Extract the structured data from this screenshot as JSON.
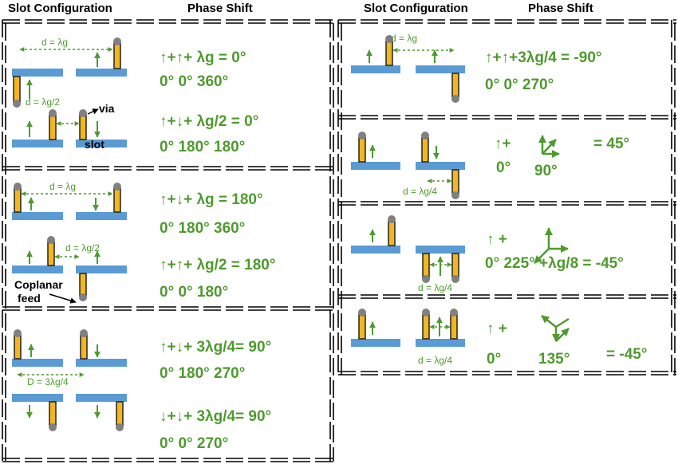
{
  "header": {
    "left_slot": "Slot Configuration",
    "left_phase": "Phase Shift",
    "right_slot": "Slot Configuration",
    "right_phase": "Phase Shift"
  },
  "colors": {
    "green": "#4e9a2e",
    "slot_fill": "#f3b61f",
    "slot_edge": "#222222",
    "bar": "#5b9bd5",
    "via": "#808080"
  },
  "left_cases": [
    {
      "config_label": "d = λg",
      "phase_top": "↑+↑+  λg  =  0°",
      "phase_bottom": "0°  0°  360°"
    },
    {
      "config_label": "d = λg/2",
      "via_label": "via",
      "slot_label": "slot",
      "phase_top": "↑+↓+  λg/2 =  0°",
      "phase_bottom": "0°  180°  180°"
    },
    {
      "config_label": "d = λg",
      "phase_top": "↑+↓+   λg  =  180°",
      "phase_bottom": "0°  180°  360°"
    },
    {
      "config_label": "d = λg/2",
      "feed_label_1": "Coplanar",
      "feed_label_2": "feed",
      "phase_top": "↑+↑+  λg/2  =  180°",
      "phase_bottom": "0°   0°       180°"
    },
    {
      "config_label": "D = 3λg/4",
      "phase_top": "↑+↓+  3λg/4=  90°",
      "phase_bottom": "0°  180°   270°"
    },
    {
      "phase_top": "↓+↓+    3λg/4=  90°",
      "phase_bottom": "0°  0°         270°"
    }
  ],
  "right_cases": [
    {
      "config_label": "d = λg",
      "phase_top": "↑+↑+3λg/4  =  -90°",
      "phase_bottom": "0°  0°   270°"
    },
    {
      "config_label": "d = λg/4",
      "phase_top": "↑+",
      "phase_result": "=  45°",
      "phase_bottom_a": "0°",
      "phase_bottom_b": "90°"
    },
    {
      "config_label": "d = λg/4",
      "phase_top": "↑  +",
      "phase_bottom": "0°  225° +λg/8  =  -45°"
    },
    {
      "config_label": "d = λg/4",
      "phase_top": "↑  +",
      "phase_bottom_a": "0°",
      "phase_bottom_b": "135°",
      "phase_result": "=  -45°"
    }
  ]
}
